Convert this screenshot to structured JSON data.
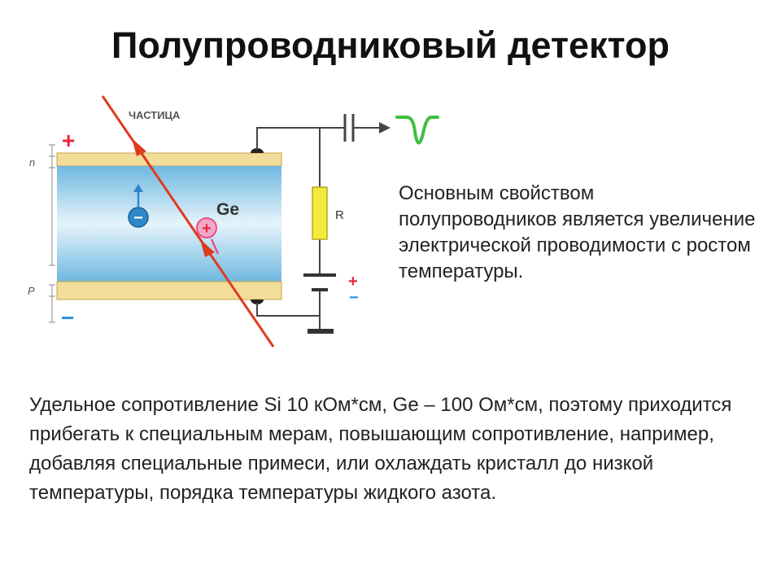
{
  "slide": {
    "title": "Полупроводниковый детектор",
    "paragraph_right": " Основным свойством полупроводников является увеличение электрической проводимости с ростом температуры.",
    "paragraph_bottom": "Удельное сопротивление Si 10 кОм*см, Ge – 100 Ом*см, поэтому приходится прибегать к специальным мерам, повышающим сопротивление, например, добавляя специальные примеси, или охлаждать кристалл до низкой температуры, порядка температуры жидкого азота."
  },
  "diagram": {
    "particle_label": "ЧАСТИЦА",
    "material_label": "Ge",
    "resistor_label": "R",
    "n_label": "n",
    "p_label": "P",
    "plus_sign": "+",
    "minus_sign": "−",
    "electron_sign": "−",
    "hole_sign": "+",
    "colors": {
      "particle": "#e03a1e",
      "plate": "#f2dd9a",
      "crystal": "#7fc4e6",
      "resistor": "#f3ea3c",
      "signal": "#3fbf3f",
      "plus": "#e8283c",
      "minus": "#2f8fd8",
      "electron": "#2f86c9",
      "hole": "#e84f8a"
    }
  }
}
